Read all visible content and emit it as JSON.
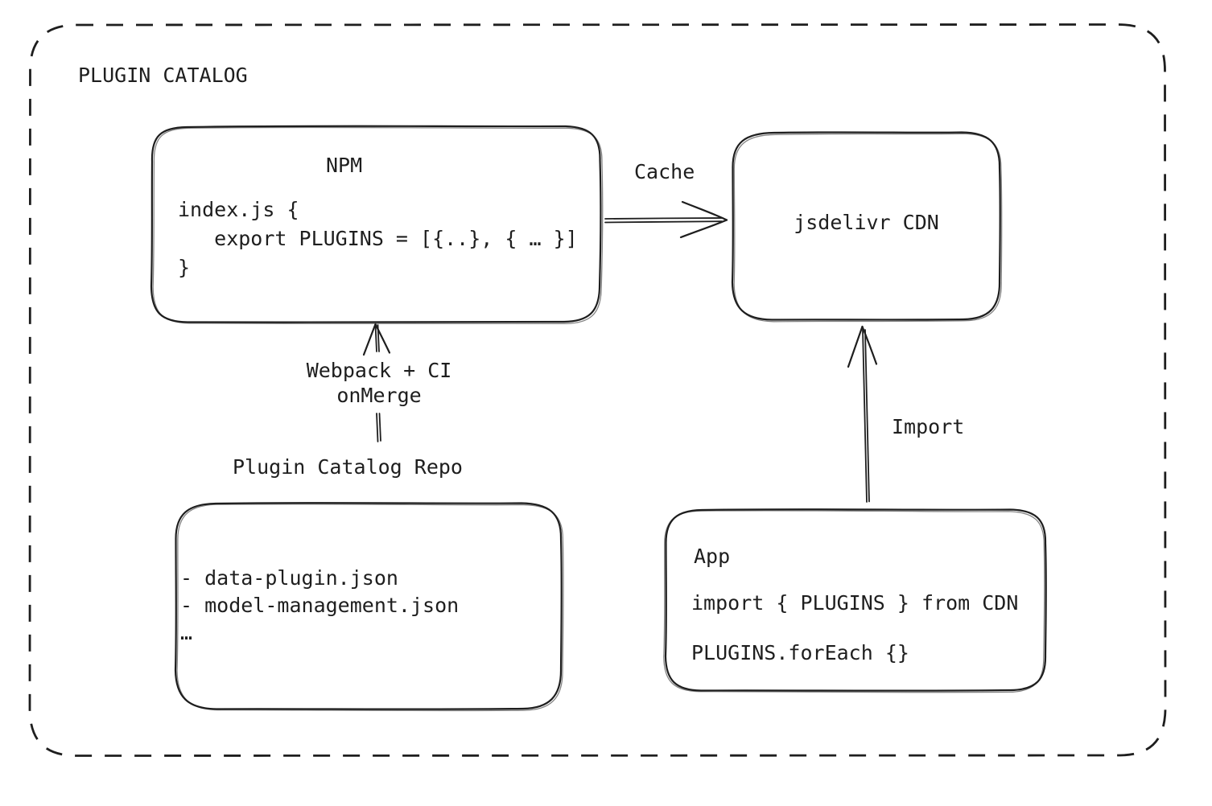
{
  "title": "PLUGIN CATALOG",
  "colors": {
    "stroke": "#1e1e1e",
    "background": "#ffffff"
  },
  "nodes": {
    "npm": {
      "title": "NPM",
      "code": "index.js {\n   export PLUGINS = [{..}, { … }]\n}"
    },
    "cdn": {
      "label": "jsdelivr CDN"
    },
    "repo": {
      "label": "Plugin Catalog Repo",
      "code": "- data-plugin.json\n- model-management.json\n…"
    },
    "app": {
      "title": "App",
      "code": "import { PLUGINS } from CDN\n\nPLUGINS.forEach {}"
    }
  },
  "edges": {
    "cache": {
      "label": "Cache"
    },
    "build": {
      "label": "Webpack + CI\nonMerge"
    },
    "import": {
      "label": "Import"
    }
  }
}
